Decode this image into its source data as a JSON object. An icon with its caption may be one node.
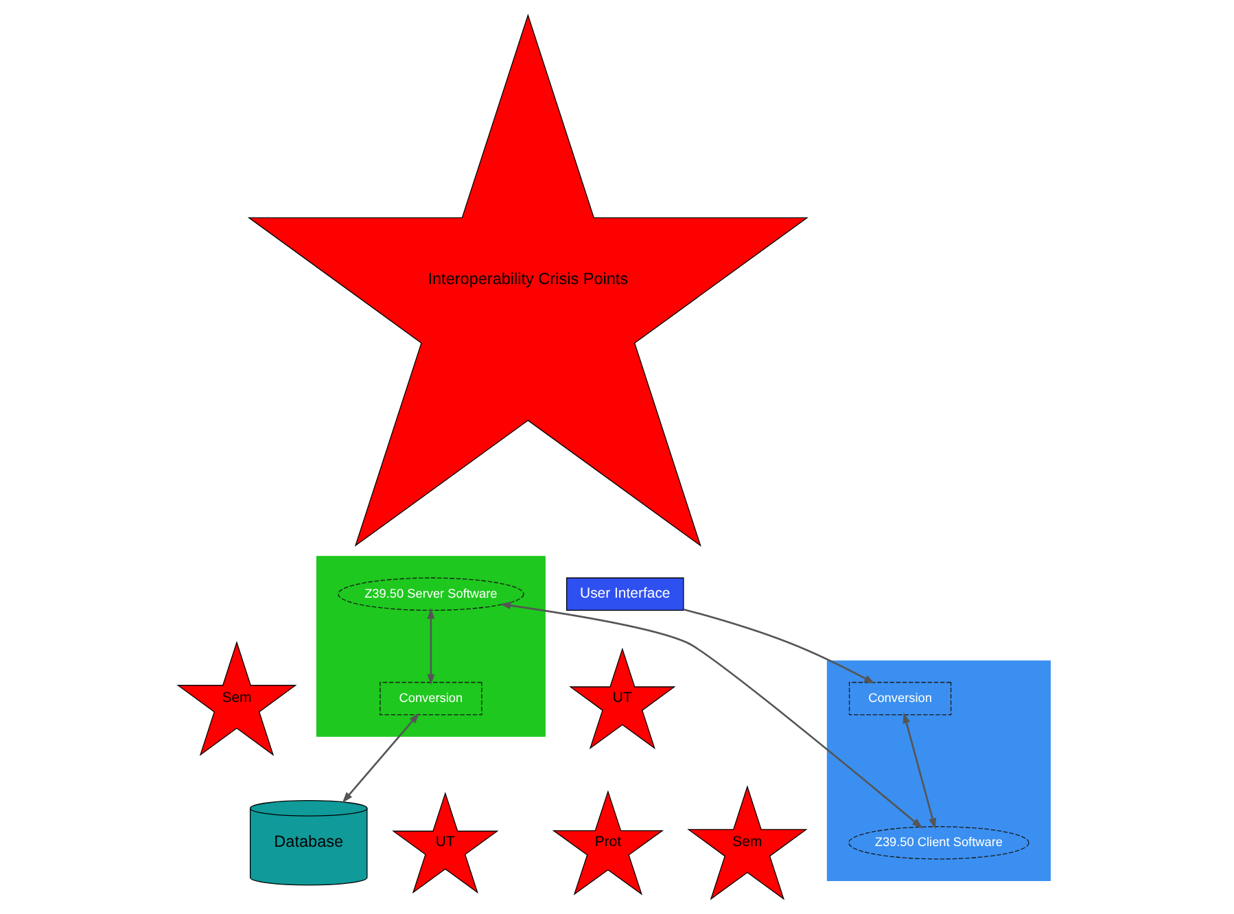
{
  "diagram": {
    "nodes": [
      {
        "text": [
          "Interoperability Crisis Points"
        ]
      },
      {
        "text": [
          "User Interface"
        ]
      },
      {
        "text": [
          "UT"
        ]
      },
      {
        "text": [],
        "shape": "box"
      },
      {
        "text": [
          "Conversion"
        ],
        "in": 3
      },
      {
        "text": [
          "Z39.50 Client Software"
        ],
        "in": 3
      },
      {
        "text": [
          "Sem"
        ]
      },
      {
        "text": [],
        "shape": "box"
      },
      {
        "text": [
          "Z39.50 Server Software"
        ],
        "in": 7
      },
      {
        "text": [
          "Conversion"
        ],
        "in": 7
      },
      {
        "text": [
          "Sem"
        ]
      },
      {
        "text": [
          "Prot"
        ]
      },
      {
        "text": [
          "UT"
        ]
      },
      {
        "text": [
          "Database"
        ]
      }
    ],
    "edges": [
      {
        "from": 1,
        "to": 4,
        "arrow": "to"
      },
      {
        "from": 4,
        "to": 5,
        "arrow": "both"
      },
      {
        "from": 5,
        "to": 8,
        "arrow": "both"
      },
      {
        "from": 8,
        "to": 9,
        "arrow": "both"
      },
      {
        "from": 9,
        "to": 13,
        "arrow": "both"
      }
    ]
  }
}
